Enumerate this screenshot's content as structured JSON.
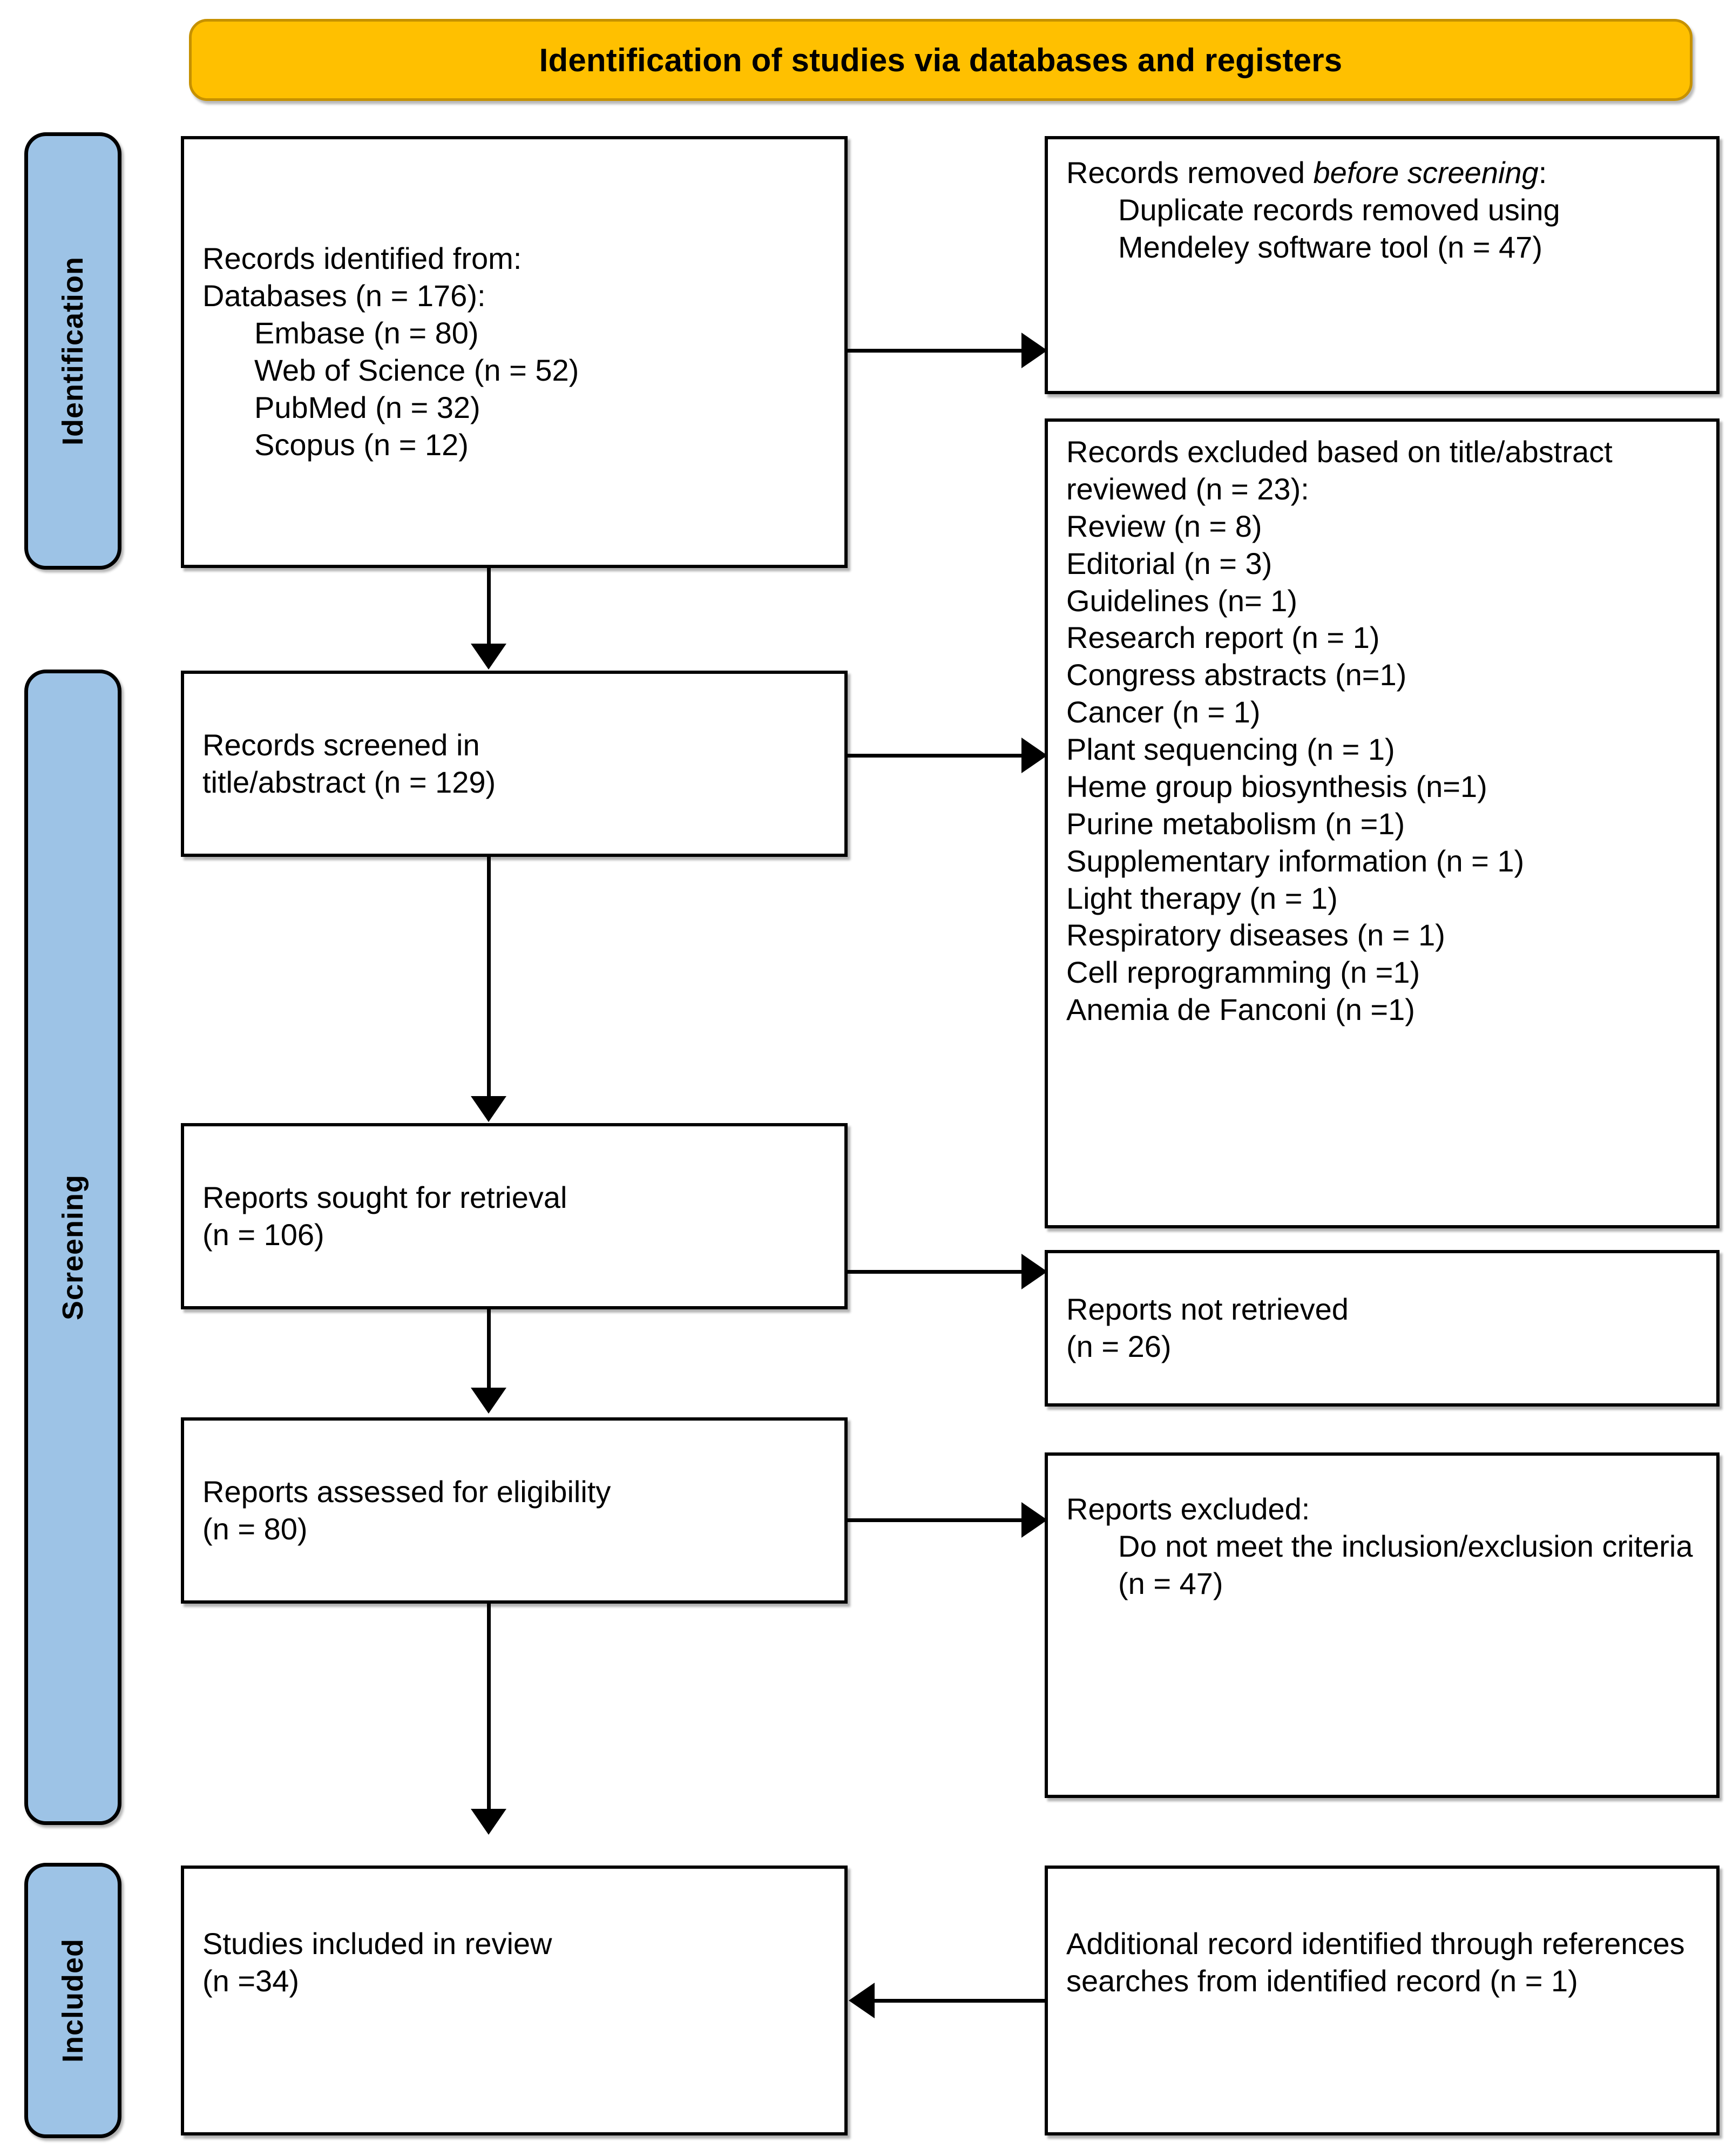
{
  "banner": {
    "title": "Identification of studies via databases and registers",
    "color": "#FFC000"
  },
  "stage_labels": {
    "color": "#9DC3E6",
    "identification": "Identification",
    "screening": "Screening",
    "included": "Included"
  },
  "boxes": {
    "records_identified": {
      "line1": "Records identified from:",
      "line2": "Databases (n = 176):",
      "line3": "Embase (n = 80)",
      "line4": "Web of Science (n = 52)",
      "line5": "PubMed (n = 32)",
      "line6": "Scopus (n = 12)"
    },
    "records_removed": {
      "line1_a": "Records removed ",
      "line1_b": "before",
      "line2_b": "screening",
      "line2_a": ":",
      "line3": "Duplicate records removed using Mendeley software tool (n = 47)"
    },
    "records_screened": {
      "line1": "Records screened in",
      "line2": "title/abstract (n = 129)"
    },
    "records_excluded": {
      "heading": "Records excluded based on title/abstract reviewed (n = 23):",
      "items": [
        "Review (n = 8)",
        "Editorial (n = 3)",
        "Guidelines (n= 1)",
        "Research report (n = 1)",
        "Congress abstracts (n=1)",
        "Cancer (n = 1)",
        "Plant sequencing (n = 1)",
        "Heme group biosynthesis (n=1)",
        "Purine metabolism (n =1)",
        "Supplementary information (n = 1)",
        "Light therapy (n = 1)",
        "Respiratory diseases (n = 1)",
        "Cell reprogramming (n =1)",
        "Anemia de Fanconi (n =1)"
      ]
    },
    "reports_sought": {
      "line1": "Reports sought for retrieval",
      "line2": "(n = 106)"
    },
    "reports_not_retrieved": {
      "line1": "Reports not retrieved",
      "line2": "(n = 26)"
    },
    "reports_assessed": {
      "line1": "Reports assessed for eligibility",
      "line2": "(n = 80)"
    },
    "reports_excluded": {
      "line1": "Reports excluded:",
      "line2": "Do not meet the inclusion/exclusion criteria (n = 47)"
    },
    "studies_included": {
      "line1": "Studies included in review",
      "line2": "(n =34)"
    },
    "additional_record": {
      "line1": "Additional record identified through references searches from identified record (n = 1)"
    }
  }
}
